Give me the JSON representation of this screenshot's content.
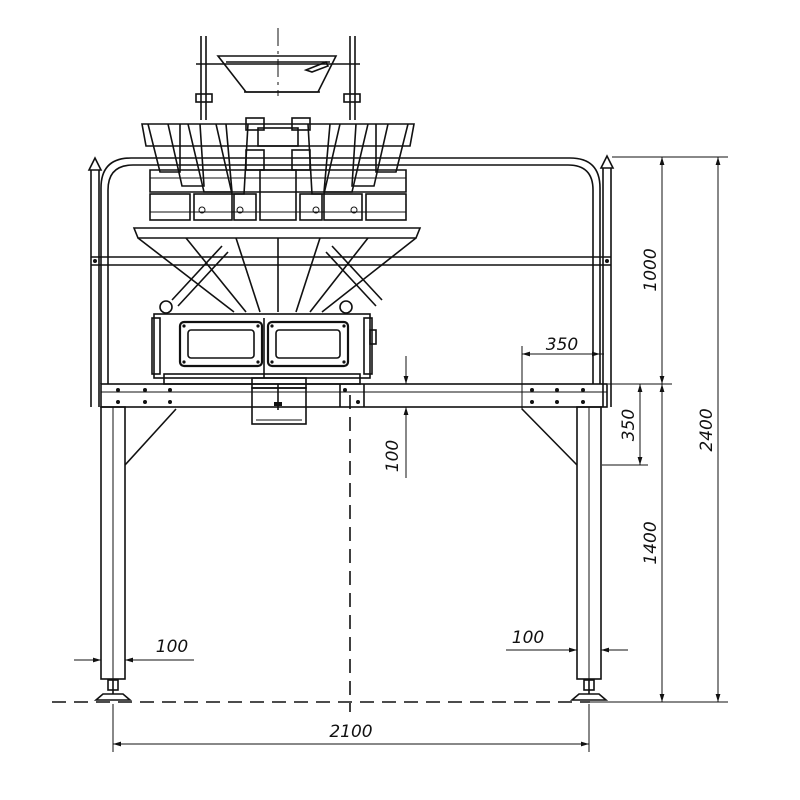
{
  "drawing": {
    "line_color": "#111111",
    "background": "#ffffff",
    "dimensions": {
      "overall_height": "2400",
      "upper_height": "1000",
      "lower_height": "1400",
      "overall_width": "2100",
      "frame_offset": "350",
      "rail_drop": "350",
      "outlet_height": "100",
      "left_leg_width": "100",
      "right_leg_width": "100"
    }
  }
}
